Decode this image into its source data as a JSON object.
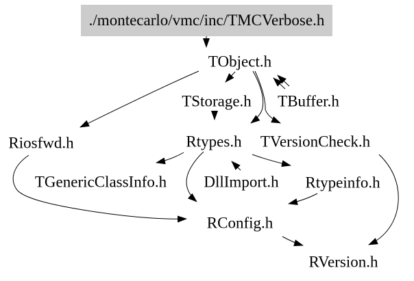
{
  "diagram": {
    "kind": "include-dependency-graph",
    "background_color": "#ffffff",
    "edge_color": "#000000",
    "root": {
      "label": "./montecarlo/vmc/inc/TMCVerbose.h",
      "highlight_color": "#cccccc"
    },
    "nodes": [
      {
        "id": "tmcverbose",
        "label": "./montecarlo/vmc/inc/TMCVerbose.h"
      },
      {
        "id": "tobject",
        "label": "TObject.h"
      },
      {
        "id": "tstorage",
        "label": "TStorage.h"
      },
      {
        "id": "tbuffer",
        "label": "TBuffer.h"
      },
      {
        "id": "riosfwd",
        "label": "Riosfwd.h"
      },
      {
        "id": "rtypes",
        "label": "Rtypes.h"
      },
      {
        "id": "tversioncheck",
        "label": "TVersionCheck.h"
      },
      {
        "id": "tgenericclassinfo",
        "label": "TGenericClassInfo.h"
      },
      {
        "id": "dllimport",
        "label": "DllImport.h"
      },
      {
        "id": "rtypeinfo",
        "label": "Rtypeinfo.h"
      },
      {
        "id": "rconfig",
        "label": "RConfig.h"
      },
      {
        "id": "rversion",
        "label": "RVersion.h"
      }
    ],
    "edges": [
      {
        "from": "./montecarlo/vmc/inc/TMCVerbose.h",
        "to": "TObject.h"
      },
      {
        "from": "TObject.h",
        "to": "Riosfwd.h"
      },
      {
        "from": "TObject.h",
        "to": "TStorage.h"
      },
      {
        "from": "TBuffer.h",
        "to": "TObject.h"
      },
      {
        "from": "TObject.h",
        "to": "Rtypes.h"
      },
      {
        "from": "TObject.h",
        "to": "TVersionCheck.h"
      },
      {
        "from": "TStorage.h",
        "to": "Rtypes.h"
      },
      {
        "from": "Rtypes.h",
        "to": "TGenericClassInfo.h"
      },
      {
        "from": "DllImport.h",
        "to": "Rtypes.h"
      },
      {
        "from": "Rtypes.h",
        "to": "Rtypeinfo.h"
      },
      {
        "from": "Rtypes.h",
        "to": "RConfig.h"
      },
      {
        "from": "Riosfwd.h",
        "to": "RConfig.h"
      },
      {
        "from": "Rtypeinfo.h",
        "to": "RConfig.h"
      },
      {
        "from": "RConfig.h",
        "to": "RVersion.h"
      },
      {
        "from": "TVersionCheck.h",
        "to": "RVersion.h"
      }
    ]
  }
}
